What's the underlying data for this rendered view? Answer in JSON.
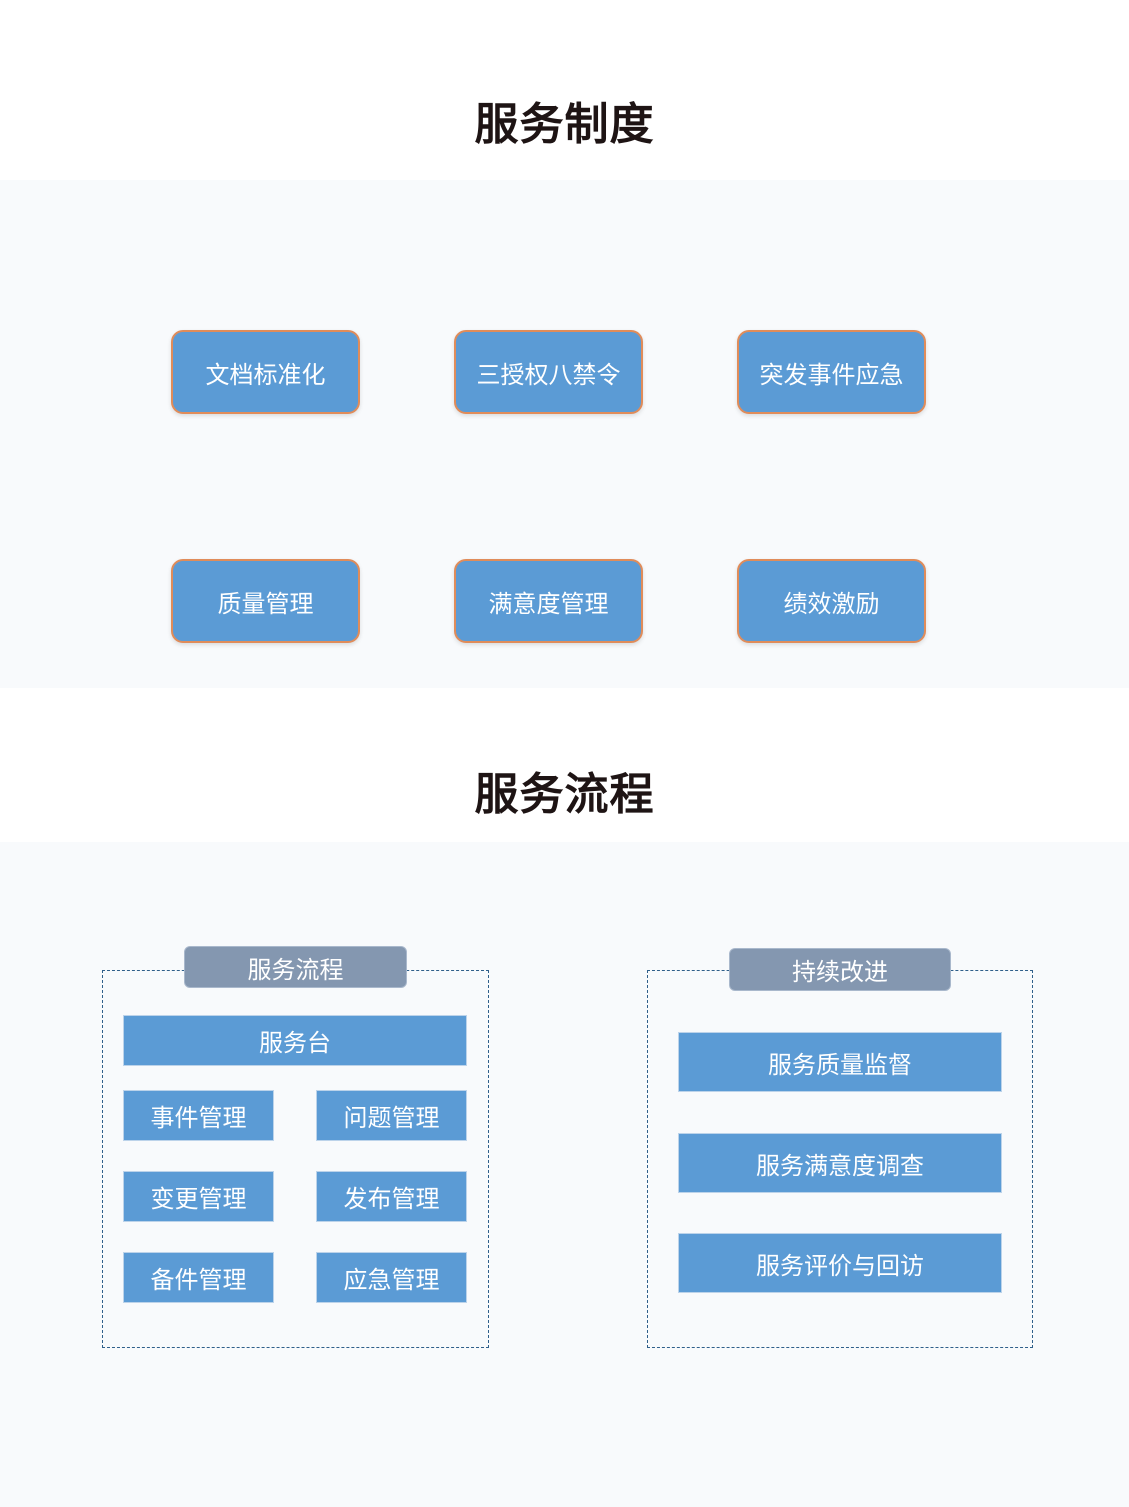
{
  "sections": {
    "policy_title": "服务制度",
    "process_title": "服务流程"
  },
  "policy_items": [
    "文档标准化",
    "三授权八禁令",
    "突发事件应急",
    "质量管理",
    "满意度管理",
    "绩效激励"
  ],
  "process_panel": {
    "tag": "服务流程",
    "service_desk": "服务台",
    "items": [
      "事件管理",
      "问题管理",
      "变更管理",
      "发布管理",
      "备件管理",
      "应急管理"
    ]
  },
  "improve_panel": {
    "tag": "持续改进",
    "items": [
      "服务质量监督",
      "服务满意度调查",
      "服务评价与回访"
    ]
  },
  "colors": {
    "box_fill": "#5b9bd5",
    "pill_border": "#e08c5a",
    "tag_fill": "#8497b0",
    "dash_border": "#2f5f8a",
    "band_bg": "#f8fafc"
  }
}
